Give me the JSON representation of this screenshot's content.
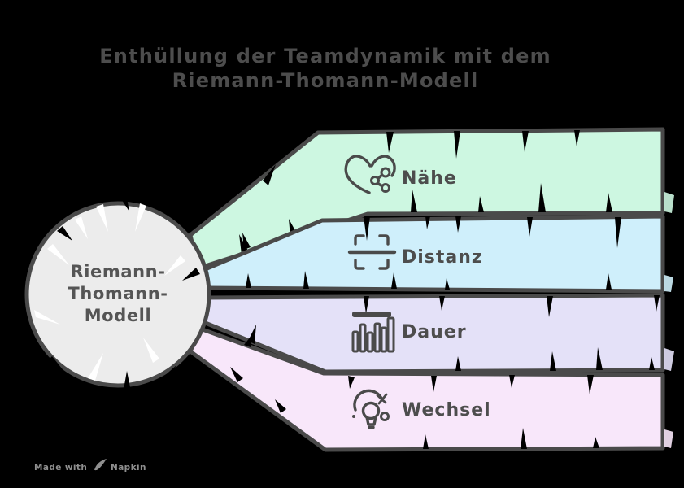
{
  "theme": {
    "background": "#000000",
    "ink": "#4a4a4a",
    "label_color": "#4d4d4d"
  },
  "title": {
    "line1": "Enthüllung der Teamdynamik mit dem",
    "line2": "Riemann-Thomann-Modell"
  },
  "center_node": {
    "lines": [
      "Riemann-",
      "Thomann-",
      "Modell"
    ],
    "fill": "#ececec",
    "text_color": "#555555"
  },
  "bands": [
    {
      "label": "Nähe",
      "icon": "heart-share-icon",
      "fill": "#cdf7e1"
    },
    {
      "label": "Distanz",
      "icon": "focus-frame-icon",
      "fill": "#cfeffb"
    },
    {
      "label": "Dauer",
      "icon": "bar-chart-icon",
      "fill": "#e4e1f8"
    },
    {
      "label": "Wechsel",
      "icon": "bulb-refresh-icon",
      "fill": "#f8e7fa"
    }
  ],
  "footer": {
    "prefix": "Made with",
    "brand": "Napkin",
    "color": "#8f8f8f"
  }
}
